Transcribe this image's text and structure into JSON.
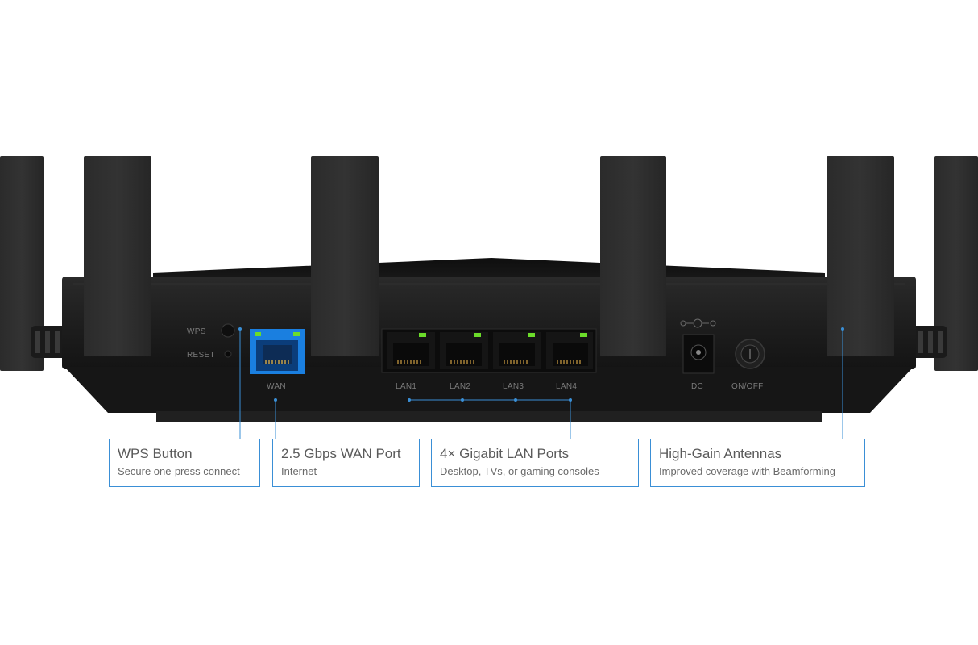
{
  "router_labels": {
    "wps": "WPS",
    "reset": "RESET",
    "wan": "WAN",
    "lan1": "LAN1",
    "lan2": "LAN2",
    "lan3": "LAN3",
    "lan4": "LAN4",
    "dc": "DC",
    "onoff": "ON/OFF"
  },
  "callouts": [
    {
      "title": "WPS Button",
      "subtitle": "Secure one-press connect"
    },
    {
      "title": "2.5 Gbps WAN Port",
      "subtitle": "Internet"
    },
    {
      "title": "4× Gigabit LAN Ports",
      "subtitle": "Desktop, TVs, or gaming consoles"
    },
    {
      "title": "High-Gain Antennas",
      "subtitle": "Improved coverage with Beamforming"
    }
  ],
  "colors": {
    "background": "#ffffff",
    "router_body": "#1c1c1c",
    "wan_port_accent": "#1a7fe0",
    "led_green": "#6bdc2a",
    "callout_border": "#3a8fd6"
  }
}
